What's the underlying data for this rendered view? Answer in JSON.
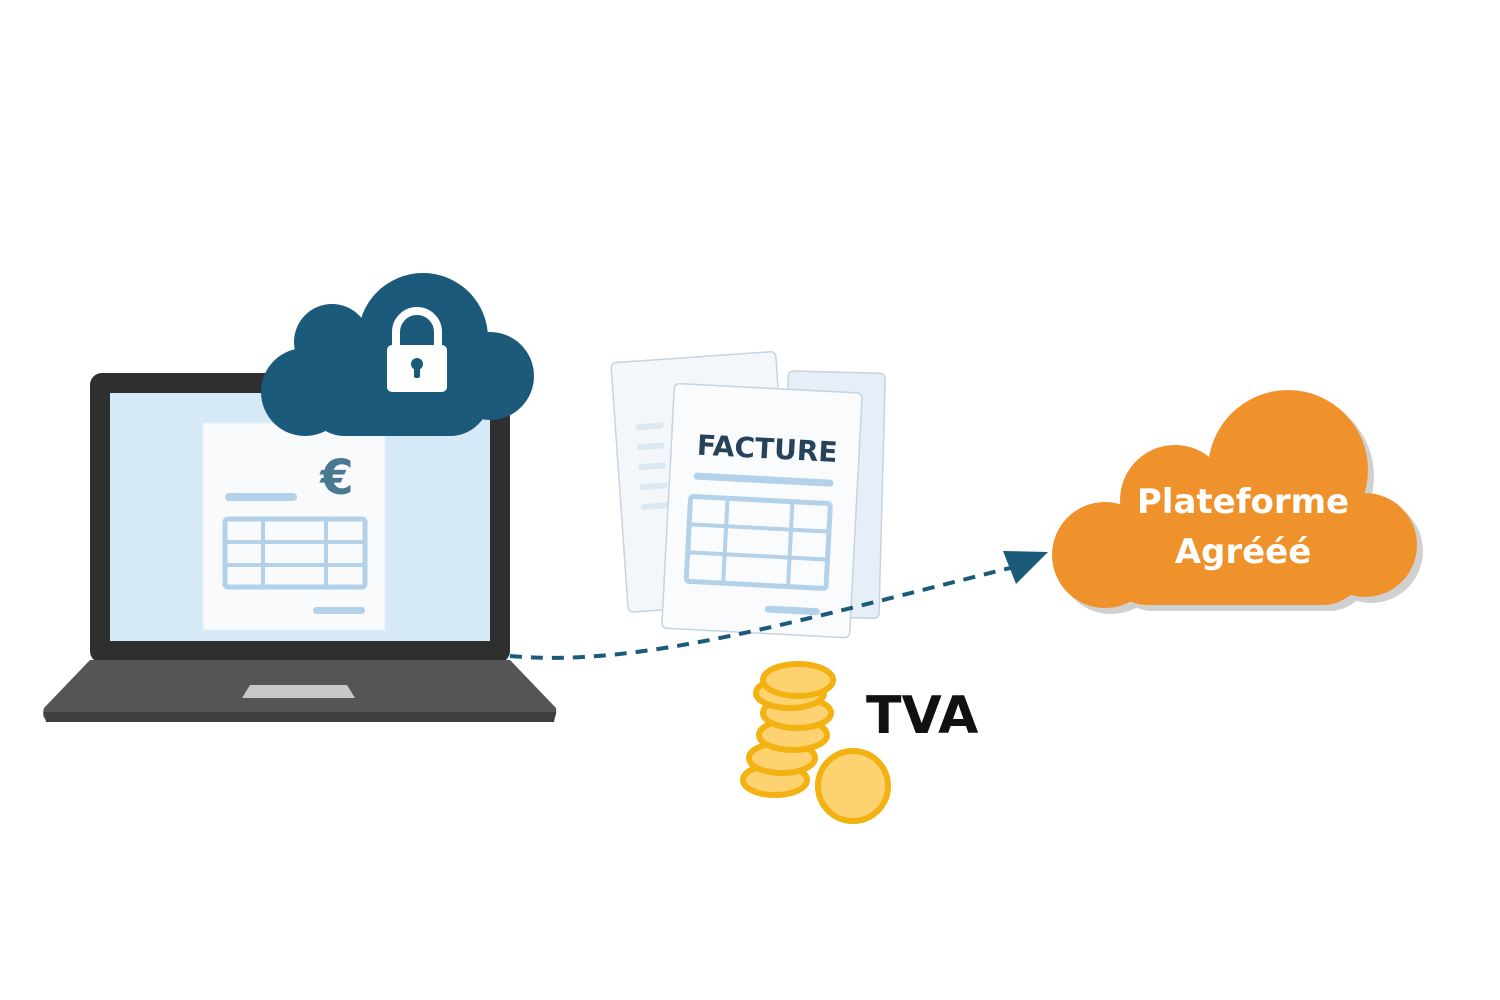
{
  "laptop": {
    "invoice_currency_symbol": "€",
    "secure_cloud_icon": "lock-icon"
  },
  "documents": {
    "title": "FACTURE"
  },
  "coins": {
    "label": "TVA"
  },
  "platform_cloud": {
    "line1": "Plateforme",
    "line2": "Agrééé"
  },
  "colors": {
    "dark_teal": "#1b5a7a",
    "orange": "#f0922b",
    "laptop_frame": "#2f2f2f",
    "laptop_base": "#555555",
    "screen": "#d6e9f6",
    "invoice_lines": "#b3d1e8",
    "coin_gold": "#f3b212",
    "coin_light": "#fdd372"
  }
}
